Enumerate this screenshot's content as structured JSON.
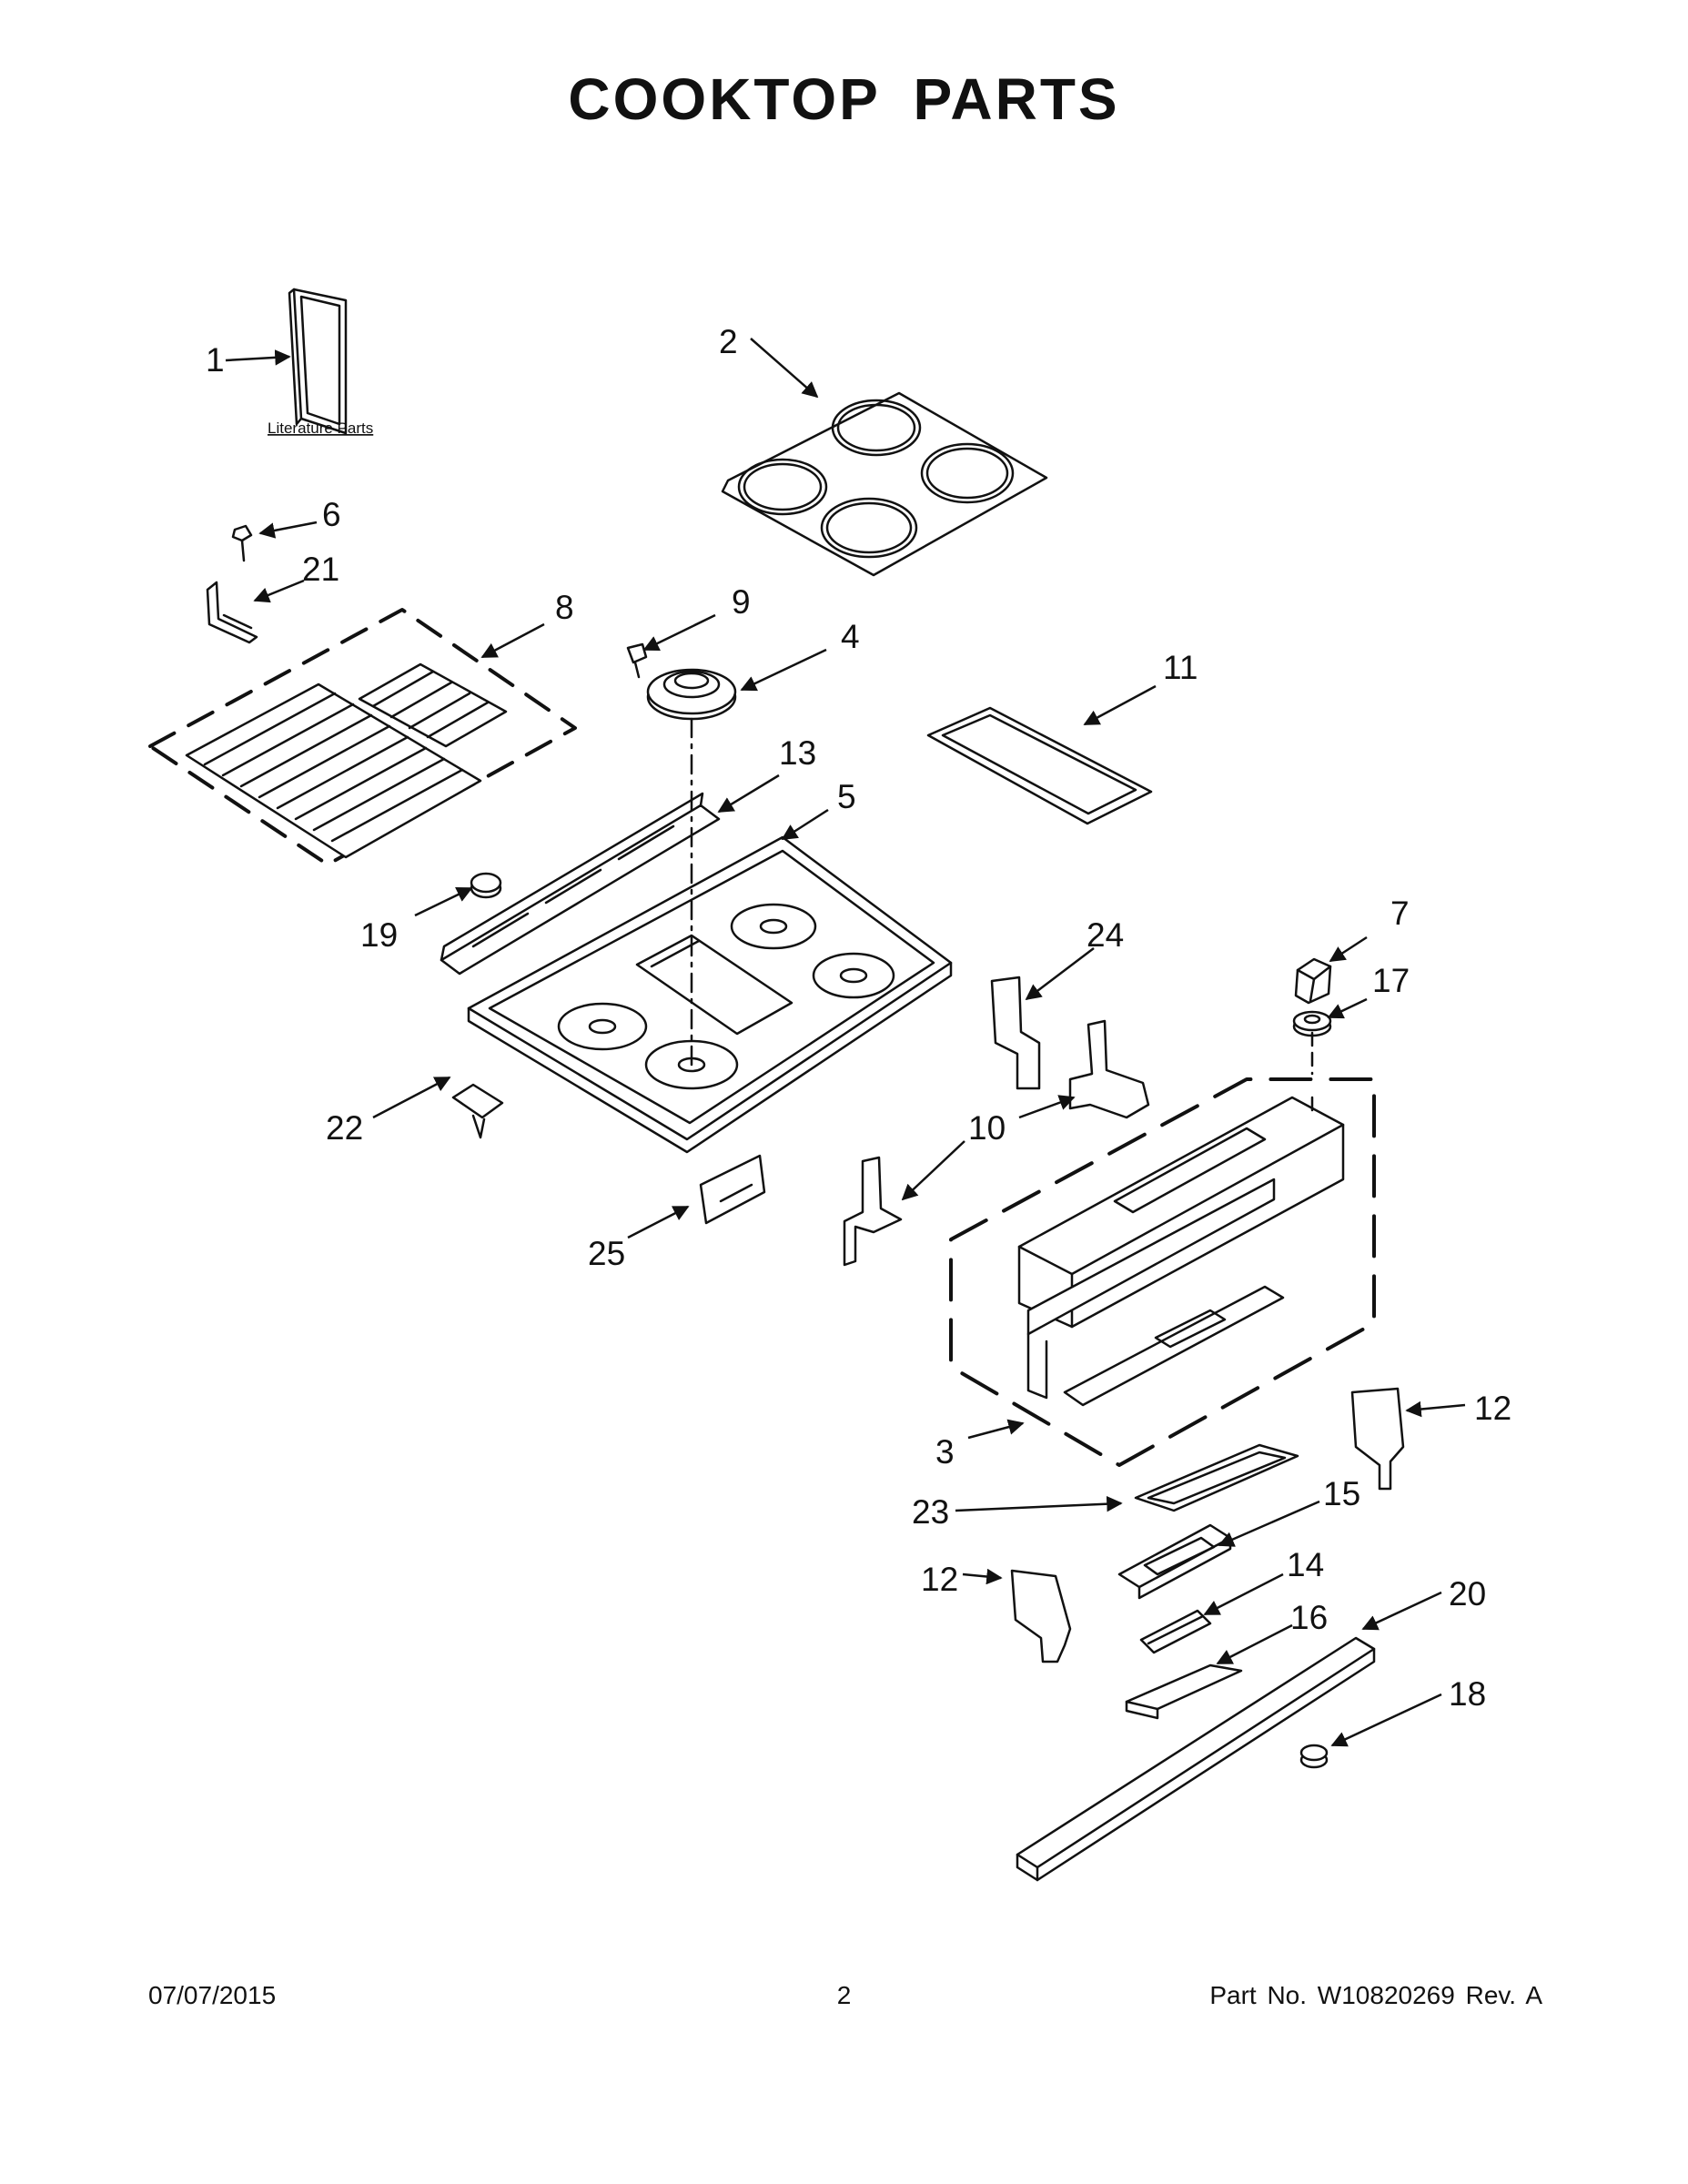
{
  "title": "COOKTOP PARTS",
  "literature_label": "Literature Parts",
  "callouts": [
    "1",
    "2",
    "6",
    "21",
    "8",
    "9",
    "4",
    "11",
    "13",
    "5",
    "19",
    "7",
    "24",
    "17",
    "10",
    "10",
    "22",
    "25",
    "3",
    "12",
    "23",
    "15",
    "12",
    "14",
    "16",
    "20",
    "18"
  ],
  "footer": {
    "date": "07/07/2015",
    "page": "2",
    "part_no": "Part No.  W10820269  Rev.  A"
  }
}
